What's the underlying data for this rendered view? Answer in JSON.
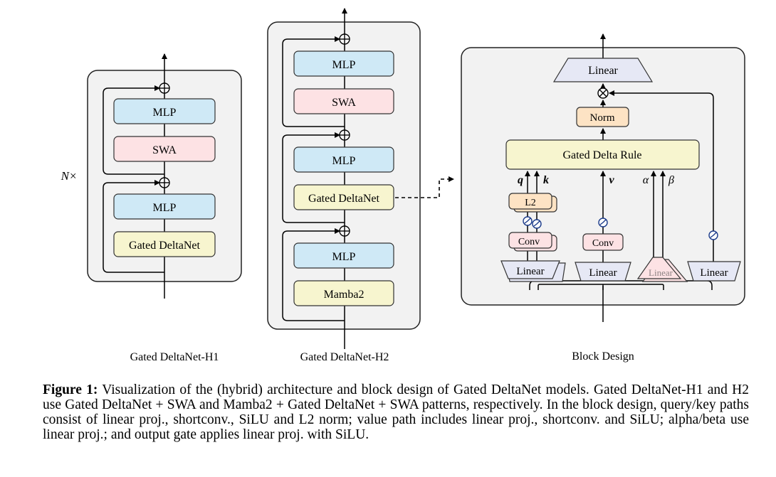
{
  "h1": {
    "repeat_label": "N×",
    "blocks": [
      "MLP",
      "SWA",
      "MLP",
      "Gated DeltaNet"
    ],
    "title": "Gated DeltaNet-H1"
  },
  "h2": {
    "blocks": [
      "MLP",
      "SWA",
      "MLP",
      "Gated DeltaNet",
      "MLP",
      "Mamba2"
    ],
    "title": "Gated DeltaNet-H2"
  },
  "block_design": {
    "title": "Block Design",
    "out_linear": "Linear",
    "norm": "Norm",
    "rule": "Gated Delta Rule",
    "q_label": "q",
    "k_label": "k",
    "v_label": "v",
    "alpha_label": "α",
    "beta_label": "β",
    "l2": "L2",
    "conv_qk": "Conv",
    "conv_v": "Conv",
    "linear_qk": "Linear",
    "linear_v": "Linear",
    "linear_ab": "Linear",
    "linear_gate": "Linear"
  },
  "caption": {
    "label": "Figure 1:",
    "text": " Visualization of the (hybrid) architecture and block design of Gated DeltaNet models. Gated DeltaNet-H1 and H2 use Gated DeltaNet + SWA and Mamba2 + Gated DeltaNet + SWA patterns, respectively. In the block design, query/key paths consist of linear proj., shortconv., SiLU and L2 norm; value path includes linear proj., shortconv. and SiLU; alpha/beta use linear proj.; and output gate applies linear proj. with SiLU."
  },
  "colors": {
    "mlp": "#cfe9f6",
    "swa": "#fde2e4",
    "gdn": "#f7f5cf",
    "norm": "#fde3c4",
    "conv": "#fde2e4",
    "linear": "#e6e8f5",
    "panel": "#f2f2f2"
  }
}
